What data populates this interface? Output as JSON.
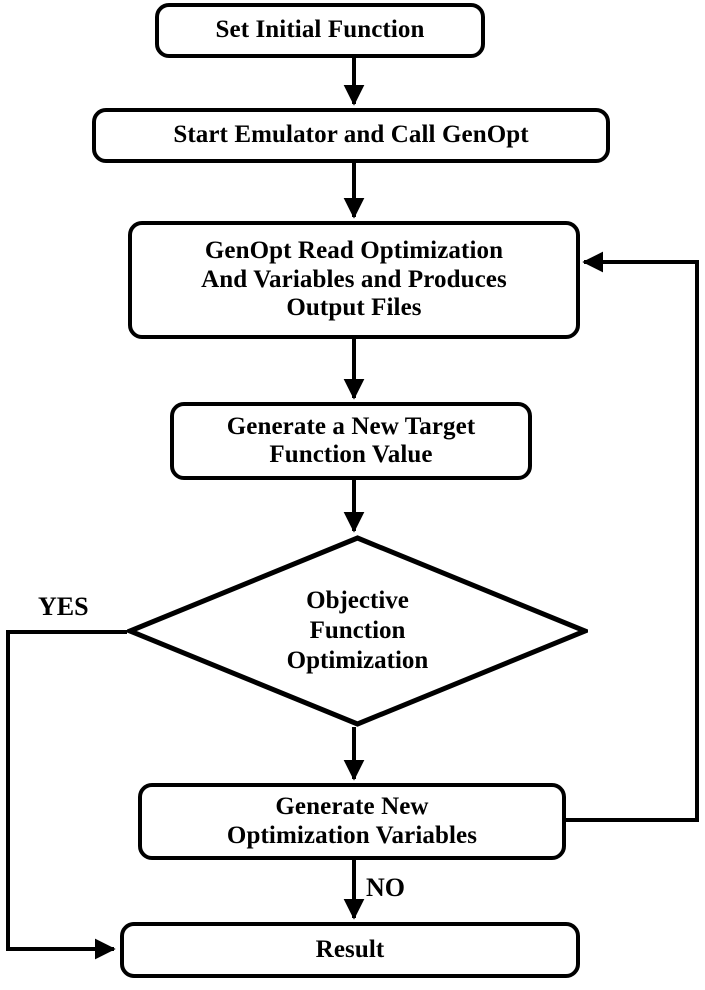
{
  "diagram": {
    "title": "GenOpt Optimization Flowchart",
    "type": "flowchart",
    "colors": {
      "stroke": "#000000",
      "fill": "#ffffff",
      "text": "#000000"
    },
    "nodes": [
      {
        "id": "set-initial-function",
        "shape": "rounded-rect",
        "label": "Set Initial Function"
      },
      {
        "id": "start-emulator",
        "shape": "rounded-rect",
        "label": "Start Emulator and Call GenOpt"
      },
      {
        "id": "genopt-read",
        "shape": "rounded-rect",
        "label": "GenOpt Read Optimization\nAnd Variables and Produces\nOutput Files"
      },
      {
        "id": "generate-target",
        "shape": "rounded-rect",
        "label": "Generate a New Target\nFunction Value"
      },
      {
        "id": "objective-decision",
        "shape": "diamond",
        "label": "Objective\nFunction\nOptimization"
      },
      {
        "id": "generate-variables",
        "shape": "rounded-rect",
        "label": "Generate New\nOptimization Variables"
      },
      {
        "id": "result",
        "shape": "rounded-rect",
        "label": "Result"
      }
    ],
    "edge_labels": {
      "yes": "YES",
      "no": "NO"
    },
    "edges": [
      {
        "from": "set-initial-function",
        "to": "start-emulator",
        "label": ""
      },
      {
        "from": "start-emulator",
        "to": "genopt-read",
        "label": ""
      },
      {
        "from": "genopt-read",
        "to": "generate-target",
        "label": ""
      },
      {
        "from": "generate-target",
        "to": "objective-decision",
        "label": ""
      },
      {
        "from": "objective-decision",
        "to": "result",
        "label": "YES"
      },
      {
        "from": "objective-decision",
        "to": "generate-variables",
        "label": ""
      },
      {
        "from": "generate-variables",
        "to": "result",
        "label": "NO"
      },
      {
        "from": "generate-variables",
        "to": "genopt-read",
        "label": ""
      }
    ]
  }
}
